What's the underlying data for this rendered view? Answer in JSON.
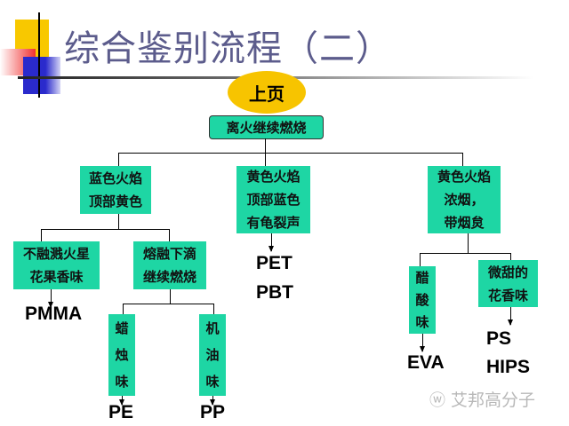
{
  "title": "综合鉴别流程（二）",
  "prev_button": "上页",
  "root": "离火继续燃烧",
  "branch1": {
    "lines": [
      "蓝色火焰",
      "顶部黄色"
    ],
    "child1": {
      "lines": [
        "不融溅火星",
        "花果香味"
      ],
      "result": "PMMA"
    },
    "child2": {
      "lines": [
        "熔融下滴",
        "继续燃烧"
      ],
      "sub1": {
        "lines": [
          "蜡",
          "烛",
          "味"
        ],
        "result": "PE"
      },
      "sub2": {
        "lines": [
          "机",
          "油",
          "味"
        ],
        "result": "PP"
      }
    }
  },
  "branch2": {
    "lines": [
      "黄色火焰",
      "顶部蓝色",
      "有龟裂声"
    ],
    "results": [
      "PET",
      "PBT"
    ]
  },
  "branch3": {
    "lines": [
      "黄色火焰",
      "浓烟，",
      "带烟炱"
    ],
    "child1": {
      "lines": [
        "醋",
        "酸",
        "味"
      ],
      "result": "EVA"
    },
    "child2": {
      "lines": [
        "微甜的",
        "花香味"
      ],
      "results": [
        "PS",
        "HIPS"
      ]
    }
  },
  "watermark": "艾邦高分子",
  "colors": {
    "box": "#1ed6a4",
    "ellipse": "#f7c400",
    "title": "#5c5c8c"
  }
}
